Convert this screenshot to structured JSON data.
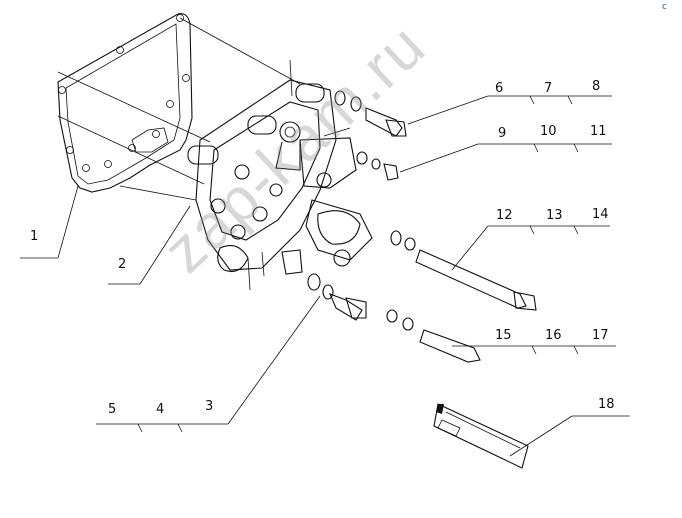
{
  "diagram": {
    "callouts": {
      "c1": "1",
      "c2": "2",
      "c3": "3",
      "c4": "4",
      "c5": "5",
      "c6": "6",
      "c7": "7",
      "c8": "8",
      "c9": "9",
      "c10": "10",
      "c11": "11",
      "c12": "12",
      "c13": "13",
      "c14": "14",
      "c15": "15",
      "c16": "16",
      "c17": "17",
      "c18": "18"
    },
    "watermark": "zap-kam.ru",
    "corner_mark": "c"
  },
  "colors": {
    "line": "#111111",
    "watermark": "#8c8c8c"
  }
}
